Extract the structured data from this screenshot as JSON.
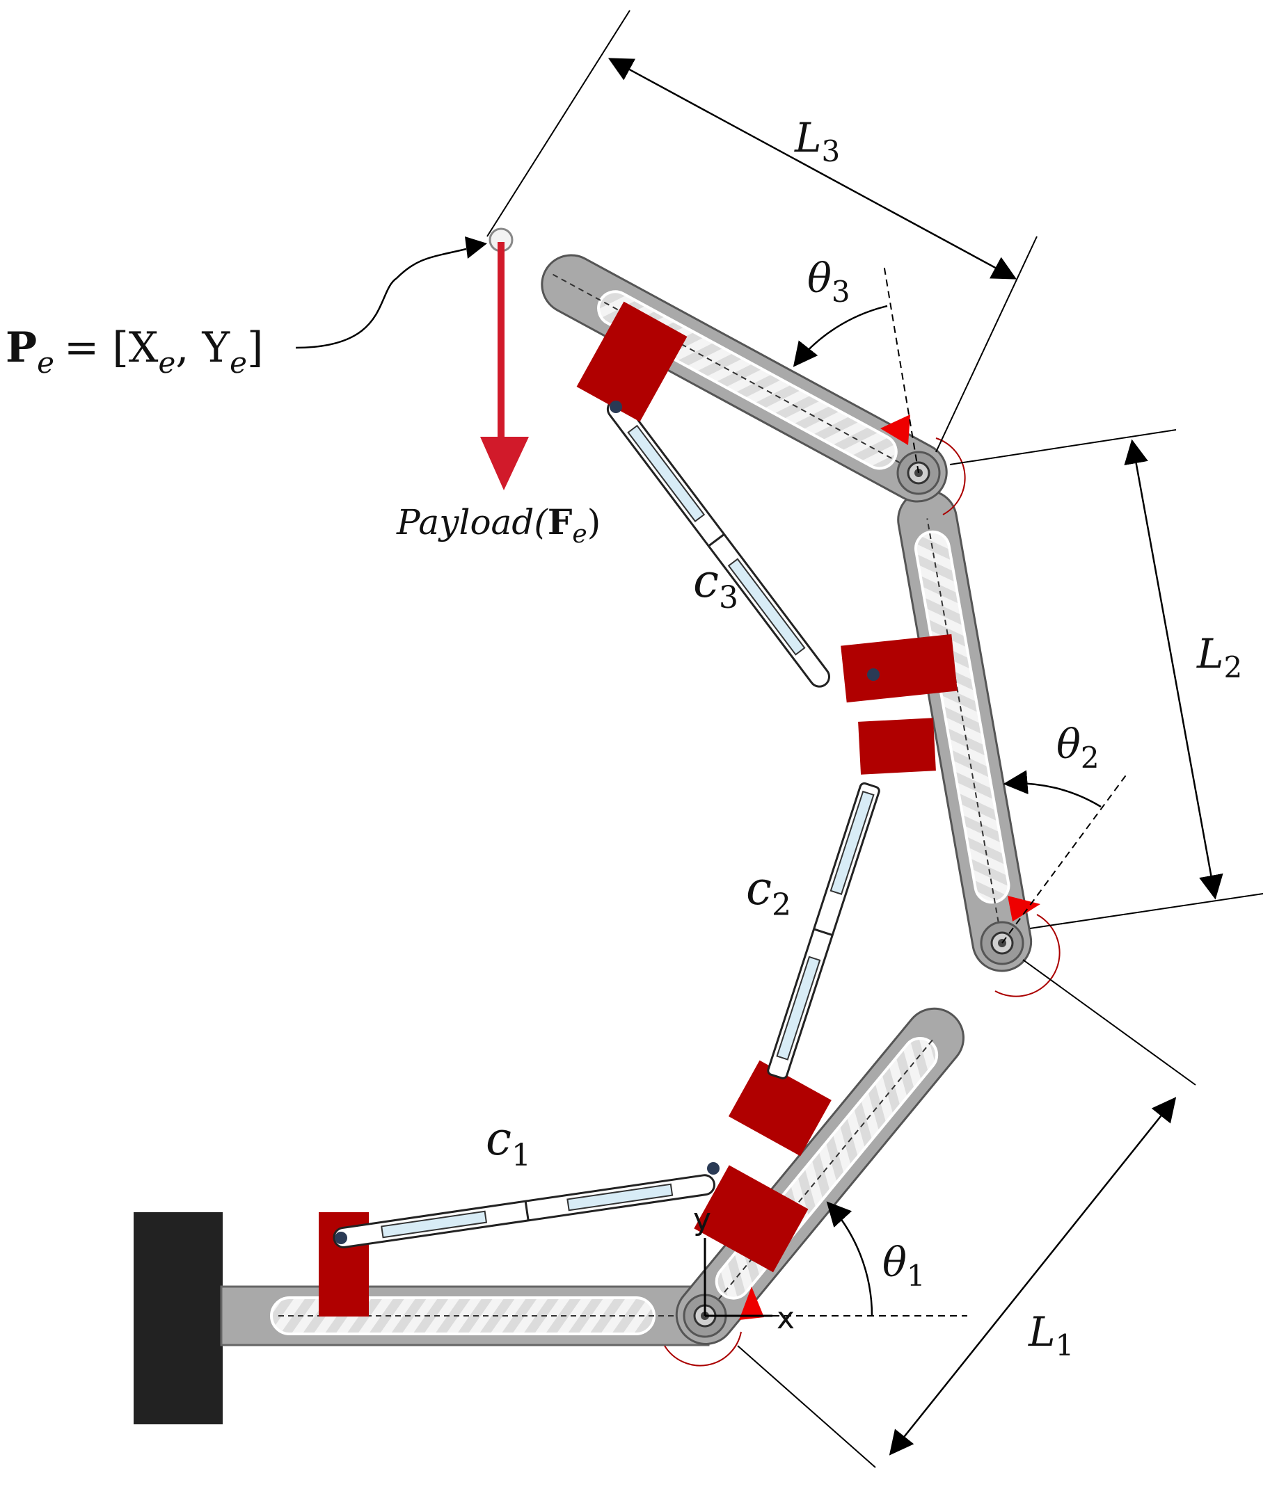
{
  "labels": {
    "L1": {
      "main": "L",
      "sub": "1"
    },
    "L2": {
      "main": "L",
      "sub": "2"
    },
    "L3": {
      "main": "L",
      "sub": "3"
    },
    "theta1": {
      "main": "θ",
      "sub": "1"
    },
    "theta2": {
      "main": "θ",
      "sub": "2"
    },
    "theta3": {
      "main": "θ",
      "sub": "3"
    },
    "c1": {
      "main": "c",
      "sub": "1"
    },
    "c2": {
      "main": "c",
      "sub": "2"
    },
    "c3": {
      "main": "c",
      "sub": "3"
    },
    "axis_x": "x",
    "axis_y": "y",
    "end_effector": {
      "bold": "P",
      "sub": "e",
      "rest": "= [X",
      "sub2": "e",
      "comma": ", Y",
      "sub3": "e",
      "close": "]"
    },
    "payload": {
      "text": "Payload(",
      "bold": "F",
      "sub": "e",
      "close": ")"
    }
  },
  "colors": {
    "link_gray": "#a9a9a9",
    "link_edge": "#555555",
    "actuator_red": "#b00000",
    "force_red": "#d11a2a",
    "base_black": "#222222",
    "slot_fill": "#f2f2f2",
    "cylinder_blue": "#d8ecf6"
  }
}
